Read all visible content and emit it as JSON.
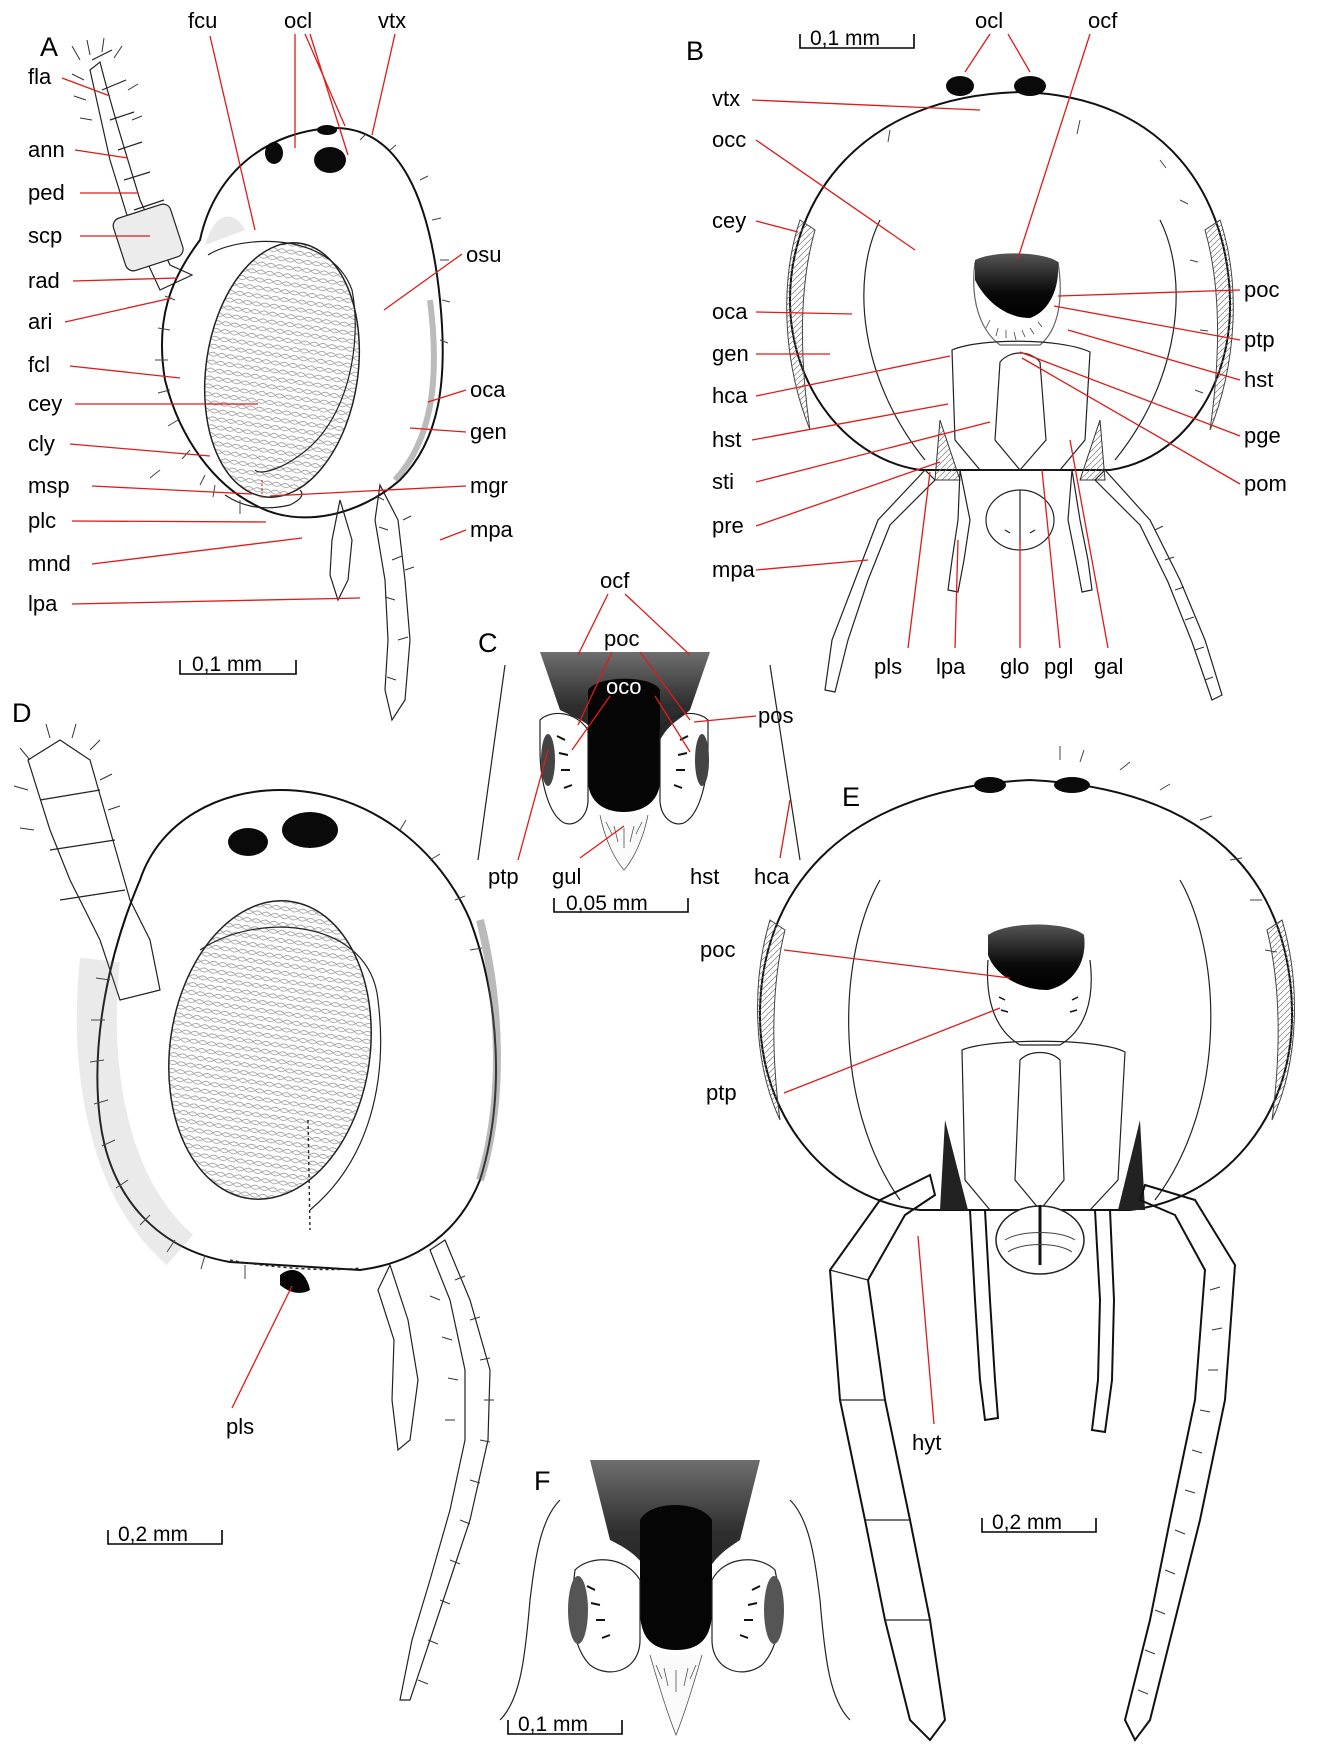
{
  "panels": {
    "a": "A",
    "b": "B",
    "c": "C",
    "d": "D",
    "e": "E",
    "f": "F"
  },
  "scales": {
    "a": "0,1 mm",
    "b": "0,1 mm",
    "c": "0,05 mm",
    "d": "0,2 mm",
    "e": "0,2 mm",
    "f": "0,1 mm"
  },
  "labels": {
    "a": {
      "fla": "fla",
      "ann": "ann",
      "ped": "ped",
      "scp": "scp",
      "rad": "rad",
      "ari": "ari",
      "fcl": "fcl",
      "cey": "cey",
      "cly": "cly",
      "msp": "msp",
      "plc": "plc",
      "mnd": "mnd",
      "lpa": "lpa",
      "fcu": "fcu",
      "ocl": "ocl",
      "vtx": "vtx",
      "osu": "osu",
      "oca": "oca",
      "gen": "gen",
      "mgr": "mgr",
      "mpa": "mpa"
    },
    "b": {
      "ocl": "ocl",
      "ocf": "ocf",
      "vtx": "vtx",
      "occ": "occ",
      "cey": "cey",
      "oca": "oca",
      "gen": "gen",
      "hca": "hca",
      "hst": "hst",
      "sti": "sti",
      "pre": "pre",
      "mpa": "mpa",
      "poc": "poc",
      "ptp": "ptp",
      "hst_r": "hst",
      "pge": "pge",
      "pom": "pom",
      "pls": "pls",
      "lpa": "lpa",
      "glo": "glo",
      "pgl": "pgl",
      "gal": "gal"
    },
    "c": {
      "ocf": "ocf",
      "poc": "poc",
      "oco": "oco",
      "pos": "pos",
      "ptp": "ptp",
      "gul": "gul",
      "hst": "hst",
      "hca": "hca"
    },
    "d": {
      "pls": "pls"
    },
    "e": {
      "poc": "poc",
      "ptp": "ptp",
      "hyt": "hyt"
    }
  }
}
